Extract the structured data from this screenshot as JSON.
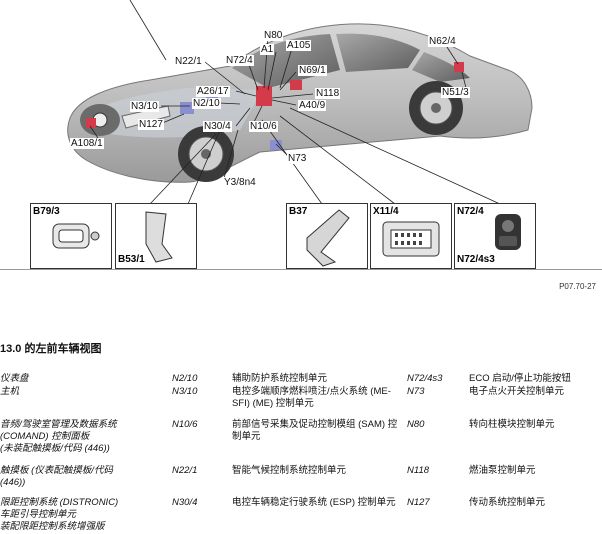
{
  "figure": {
    "callouts": [
      "N80",
      "A1",
      "A105",
      "N22/1",
      "N72/4",
      "N62/4",
      "N69/1",
      "A26/17",
      "N118",
      "N3/10",
      "N2/10",
      "A40/9",
      "N51/3",
      "N127",
      "N30/4",
      "N10/6",
      "A108/1",
      "N73",
      "Y3/8n4"
    ],
    "details": {
      "b79_3": "B79/3",
      "b53_1": "B53/1",
      "b37": "B37",
      "x11_4": "X11/4",
      "n72_4": "N72/4",
      "n72_4s3": "N72/4s3"
    },
    "ref": "P07.70-27"
  },
  "section_title": "13.0 的左前车辆视图",
  "legend": {
    "left_col": [
      "仪表盘",
      "主机",
      "音频/驾驶室管理及数据系统",
      "(COMAND) 控制面板",
      "(未装配触摸板/代码 (446))",
      "触摸板 (仪表配触摸板/代码",
      "(446))",
      "限距控制系统 (DISTRONIC)",
      "车距引导控制单元",
      "装配限距控制系统增强版"
    ],
    "rows": [
      {
        "code1": "N2/10",
        "desc1": "辅助防护系统控制单元",
        "code2": "N72/4s3",
        "desc2": "ECO 启动/停止功能按钮"
      },
      {
        "code1": "N3/10",
        "desc1": "电控多端顺序燃料喷注/点火系统 (ME-SFI) (ME) 控制单元",
        "code2": "N73",
        "desc2": "电子点火开关控制单元"
      },
      {
        "code1": "N10/6",
        "desc1": "前部信号采集及促动控制模组 (SAM) 控制单元",
        "code2": "N80",
        "desc2": "转向柱模块控制单元"
      },
      {
        "code1": "N22/1",
        "desc1": "智能气候控制系统控制单元",
        "code2": "N118",
        "desc2": "燃油泵控制单元"
      },
      {
        "code1": "N30/4",
        "desc1": "电控车辆稳定行驶系统 (ESP) 控制单元",
        "code2": "N127",
        "desc2": "传动系统控制单元"
      }
    ]
  }
}
